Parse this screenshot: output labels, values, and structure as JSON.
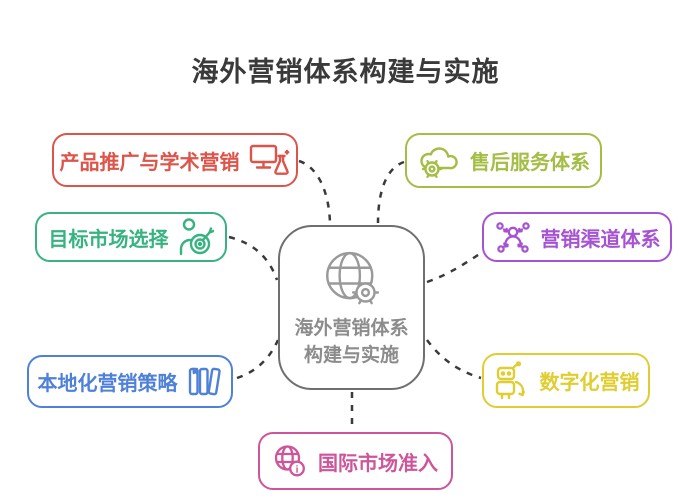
{
  "title": "海外营销体系构建与实施",
  "connector": {
    "color": "#3a3a3a",
    "style": "dashed"
  },
  "center": {
    "label": "海外营销体系构建与实施",
    "border_color": "#6f6f6f",
    "text_color": "#8c8c8c",
    "icon_color": "#9a9a9a",
    "icon": "globe-gear-icon"
  },
  "nodes": [
    {
      "label": "产品推广与学术营销",
      "color": "#dd544a",
      "icon": "monitor-flask-icon",
      "position": "top-left"
    },
    {
      "label": "目标市场选择",
      "color": "#36b380",
      "icon": "person-target-icon",
      "position": "left"
    },
    {
      "label": "本地化营销策略",
      "color": "#4f81d8",
      "icon": "books-icon",
      "position": "bottom-left"
    },
    {
      "label": "售后服务体系",
      "color": "#a3bd45",
      "icon": "cloud-gear-icon",
      "position": "top-right"
    },
    {
      "label": "营销渠道体系",
      "color": "#a653d2",
      "icon": "people-network-icon",
      "position": "right"
    },
    {
      "label": "数字化营销",
      "color": "#e0cd30",
      "icon": "robot-icon",
      "position": "bottom-right"
    },
    {
      "label": "国际市场准入",
      "color": "#cd5599",
      "icon": "globe-info-icon",
      "position": "bottom"
    }
  ]
}
